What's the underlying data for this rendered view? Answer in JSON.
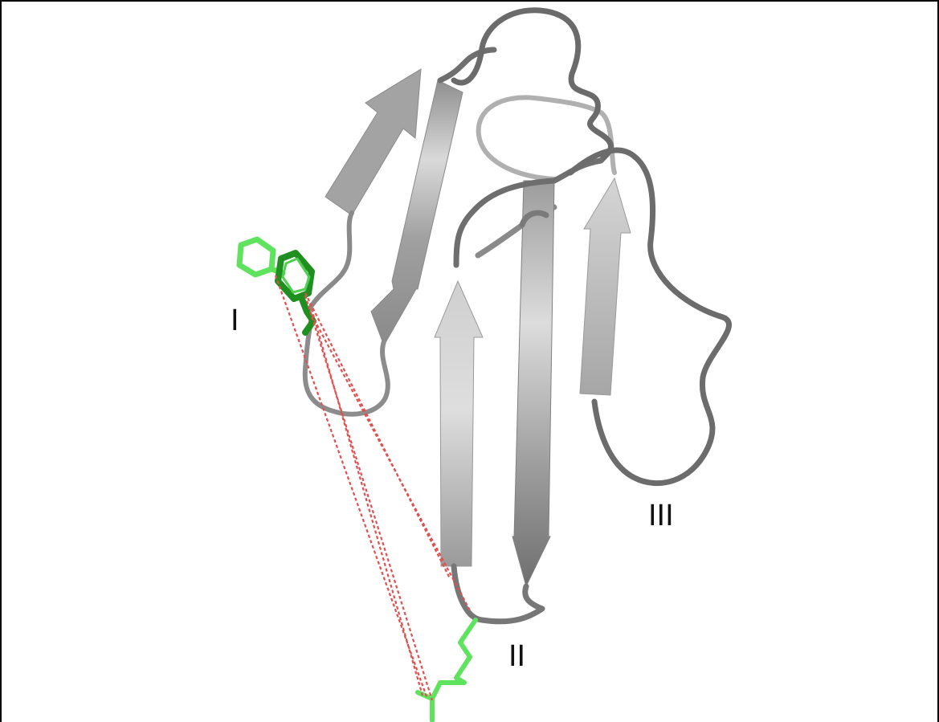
{
  "figure": {
    "labels": {
      "region_1": "I",
      "region_2": "II",
      "region_3": "III"
    }
  },
  "colors": {
    "background": "#ffffff",
    "frame": "#000000",
    "coil_dark": "#6b6b6b",
    "coil_light": "#9c9c9c",
    "strand_light": "#d4d4d4",
    "strand_mid": "#a9a9a9",
    "strand_dark": "#7d7d7d",
    "residue_light_green": "#5fe35f",
    "residue_dark_green": "#1f8f1f",
    "contact_lines": "#e05050"
  }
}
